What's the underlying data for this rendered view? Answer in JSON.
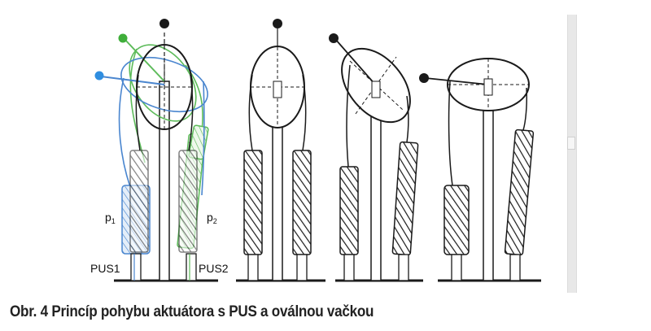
{
  "colors": {
    "stroke": "#1a1a1a",
    "green": "#5dbb5a",
    "blue": "#4a86cf",
    "blue_fill": "#d9e8f7",
    "ball_blue": "#2f8ee0",
    "ball_green": "#3fae3a"
  },
  "labels": {
    "p1_main": "p",
    "p1_sub": "1",
    "p2_main": "p",
    "p2_sub": "2",
    "pus1": "PUS1",
    "pus2": "PUS2"
  },
  "caption": "Obr. 4 Princíp pohybu aktuátora s PUS a oválnou vačkou"
}
